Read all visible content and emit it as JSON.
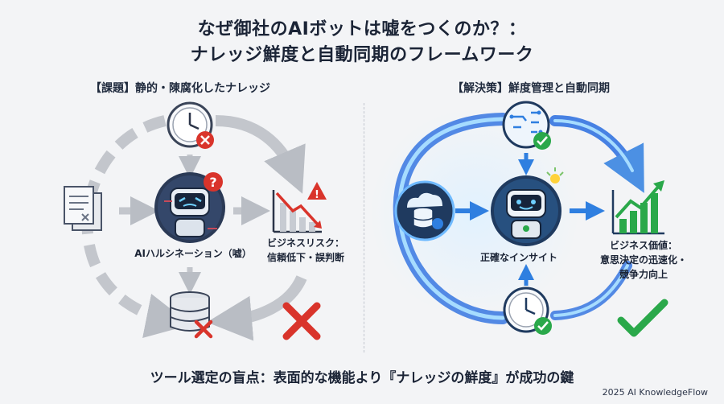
{
  "header": {
    "title_line1": "なぜ御社のAIボットは嘘をつくのか？：",
    "title_line2": "ナレッジ鮮度と自動同期のフレームワーク"
  },
  "left_panel": {
    "heading": "【課題】静的・陳腐化したナレッジ",
    "hallucination_label": "AIハルシネーション（嘘）",
    "risk_label_line1": "ビジネスリスク：",
    "risk_label_line2": "信頼低下・誤判断"
  },
  "right_panel": {
    "heading": "【解決策】鮮度管理と自動同期",
    "insight_label": "正確なインサイト",
    "value_label_line1": "ビジネス価値：",
    "value_label_line2": "意思決定の迅速化・",
    "value_label_line3": "競争力向上"
  },
  "footer": {
    "tagline": "ツール選定の盲点：表面的な機能より『ナレッジの鮮度』が成功の鍵",
    "copyright": "2025 AI KnowledgeFlow"
  },
  "colors": {
    "problem_gray": "#b9bdc4",
    "danger_red": "#d9342b",
    "solution_blue": "#2f7fe0",
    "glow_blue": "#5fb8ff",
    "success_green": "#2aa84a",
    "navy": "#1f3a5f"
  }
}
